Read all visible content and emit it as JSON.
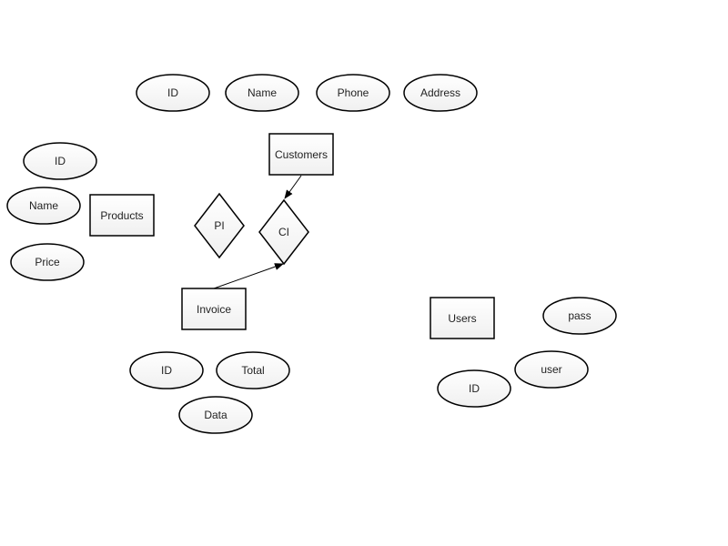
{
  "entities": {
    "customers": "Customers",
    "products": "Products",
    "invoice": "Invoice",
    "users": "Users"
  },
  "relationships": {
    "pi": "PI",
    "ci": "CI"
  },
  "attributes": {
    "customers": {
      "id": "ID",
      "name": "Name",
      "phone": "Phone",
      "address": "Address"
    },
    "products": {
      "id": "ID",
      "name": "Name",
      "price": "Price"
    },
    "invoice": {
      "id": "ID",
      "total": "Total",
      "data": "Data"
    },
    "users": {
      "pass": "pass",
      "user": "user",
      "id": "ID"
    }
  },
  "colors": {
    "stroke": "#000000",
    "fill": "#ffffff",
    "text": "#222222"
  }
}
